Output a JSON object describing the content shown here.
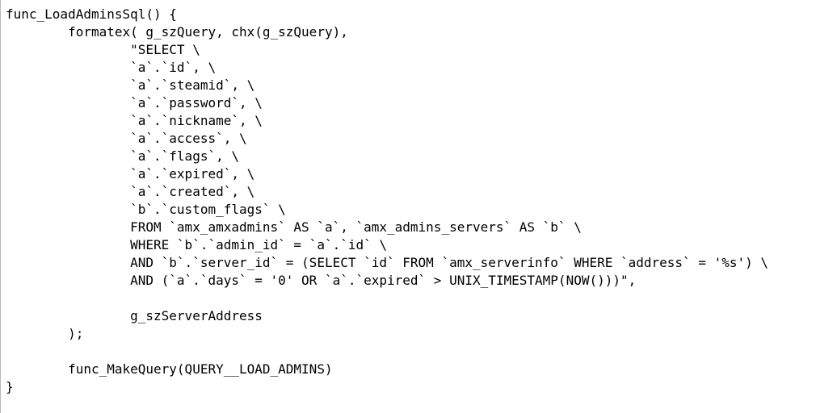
{
  "code_lines": [
    "func_LoadAdminsSql() {",
    "        formatex( g_szQuery, chx(g_szQuery),",
    "                \"SELECT \\",
    "                `a`.`id`, \\",
    "                `a`.`steamid`, \\",
    "                `a`.`password`, \\",
    "                `a`.`nickname`, \\",
    "                `a`.`access`, \\",
    "                `a`.`flags`, \\",
    "                `a`.`expired`, \\",
    "                `a`.`created`, \\",
    "                `b`.`custom_flags` \\",
    "                FROM `amx_amxadmins` AS `a`, `amx_admins_servers` AS `b` \\",
    "                WHERE `b`.`admin_id` = `a`.`id` \\",
    "                AND `b`.`server_id` = (SELECT `id` FROM `amx_serverinfo` WHERE `address` = '%s') \\",
    "                AND (`a`.`days` = '0' OR `a`.`expired` > UNIX_TIMESTAMP(NOW()))\",",
    "",
    "                g_szServerAddress",
    "        );",
    "",
    "        func_MakeQuery(QUERY__LOAD_ADMINS)",
    "}"
  ]
}
